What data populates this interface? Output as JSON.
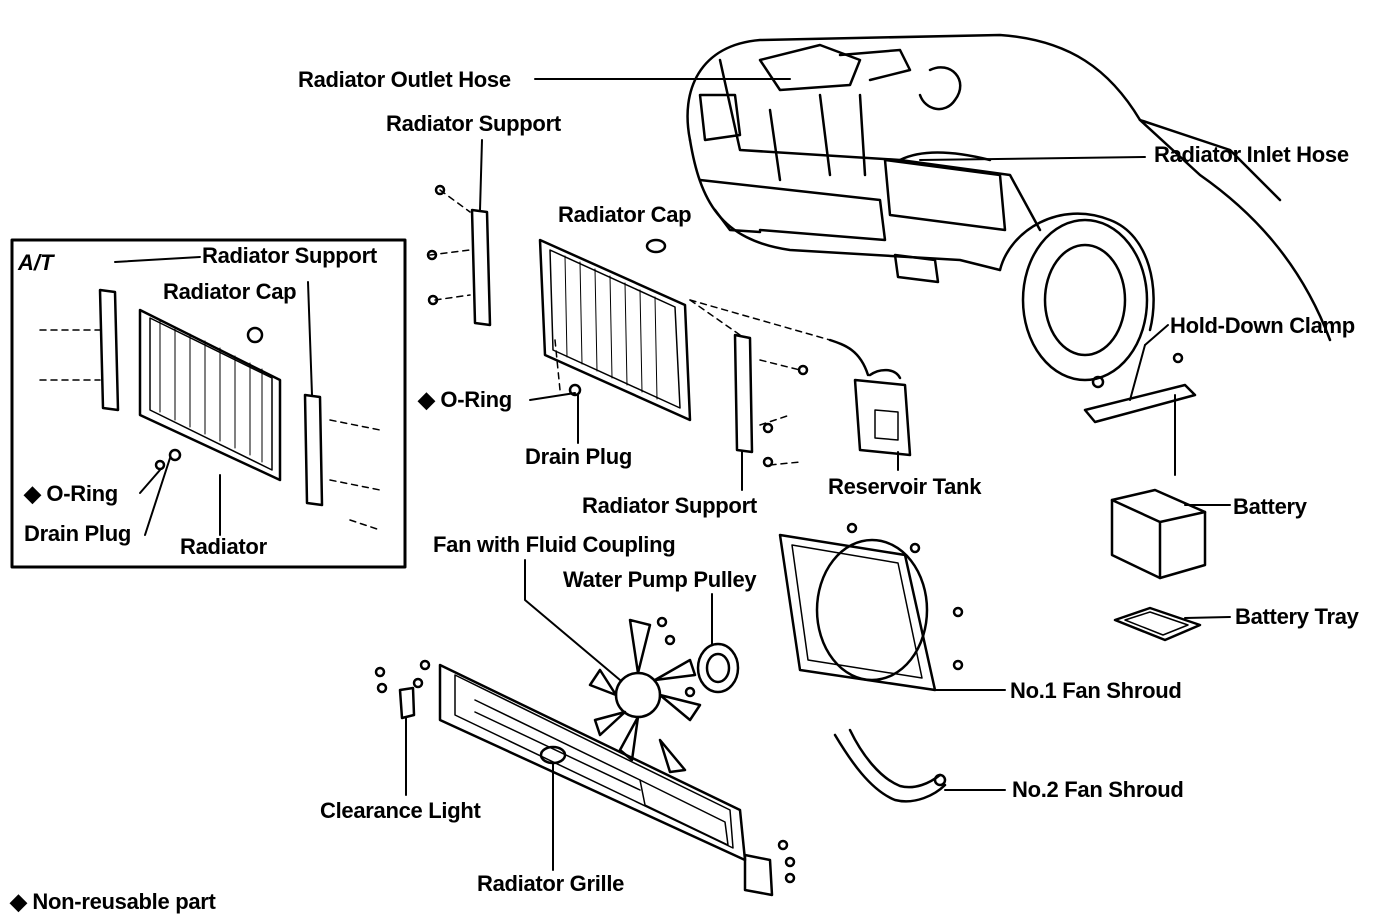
{
  "inset": {
    "title": "A/T",
    "labels": {
      "radiator_support": "Radiator Support",
      "radiator_cap": "Radiator Cap",
      "o_ring": "◆ O-Ring",
      "drain_plug": "Drain Plug",
      "radiator": "Radiator"
    }
  },
  "labels": {
    "radiator_outlet_hose": "Radiator Outlet Hose",
    "radiator_support_top": "Radiator Support",
    "radiator_inlet_hose": "Radiator Inlet Hose",
    "radiator_cap": "Radiator Cap",
    "o_ring": "◆ O-Ring",
    "drain_plug": "Drain Plug",
    "radiator_support_bottom": "Radiator Support",
    "reservoir_tank": "Reservoir Tank",
    "hold_down_clamp": "Hold-Down Clamp",
    "battery": "Battery",
    "battery_tray": "Battery Tray",
    "fan_with_fluid_coupling": "Fan with Fluid Coupling",
    "water_pump_pulley": "Water Pump Pulley",
    "no1_fan_shroud": "No.1 Fan Shroud",
    "no2_fan_shroud": "No.2 Fan Shroud",
    "clearance_light": "Clearance Light",
    "radiator_grille": "Radiator Grille"
  },
  "footnote": "◆ Non-reusable part"
}
